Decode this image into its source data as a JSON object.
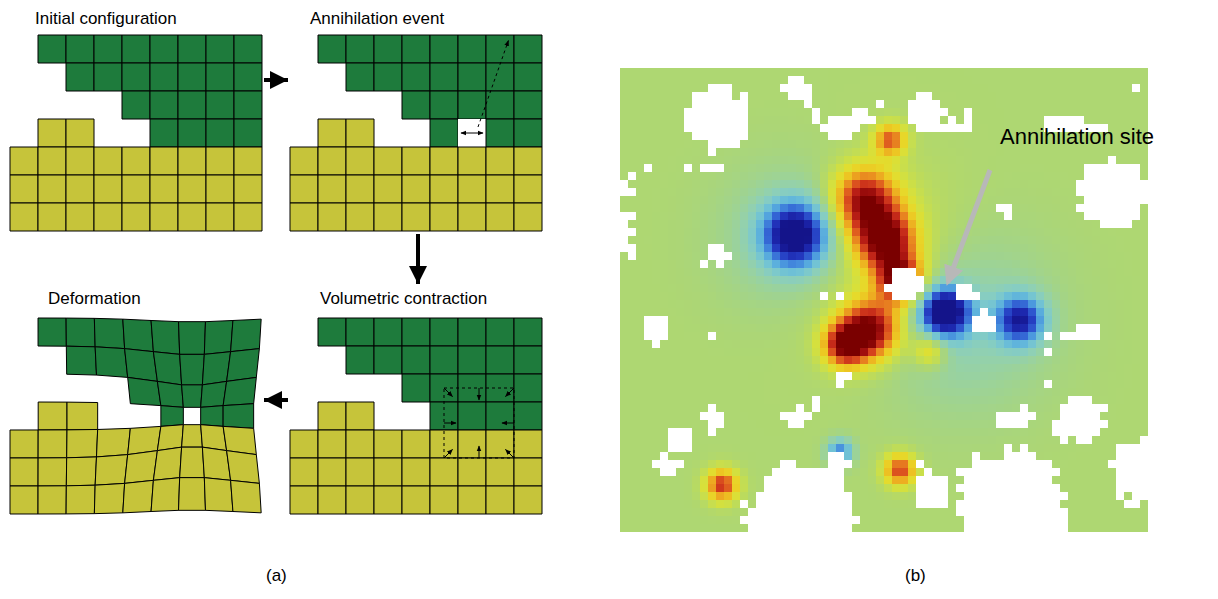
{
  "diagram": {
    "nodes": [
      {
        "text": [
          "Initial configuration"
        ]
      },
      {
        "text": [
          "Annihilation event"
        ]
      },
      {
        "text": [
          "Volumetric contraction"
        ]
      },
      {
        "text": [
          "Deformation"
        ]
      }
    ],
    "edges": [
      {
        "from": 0,
        "to": 1,
        "arrow": "to"
      },
      {
        "from": 1,
        "to": 2,
        "arrow": "to"
      },
      {
        "from": 2,
        "to": 3,
        "arrow": "to"
      }
    ],
    "labels": [
      "Annihilation site",
      "(a)",
      "(b)"
    ]
  }
}
